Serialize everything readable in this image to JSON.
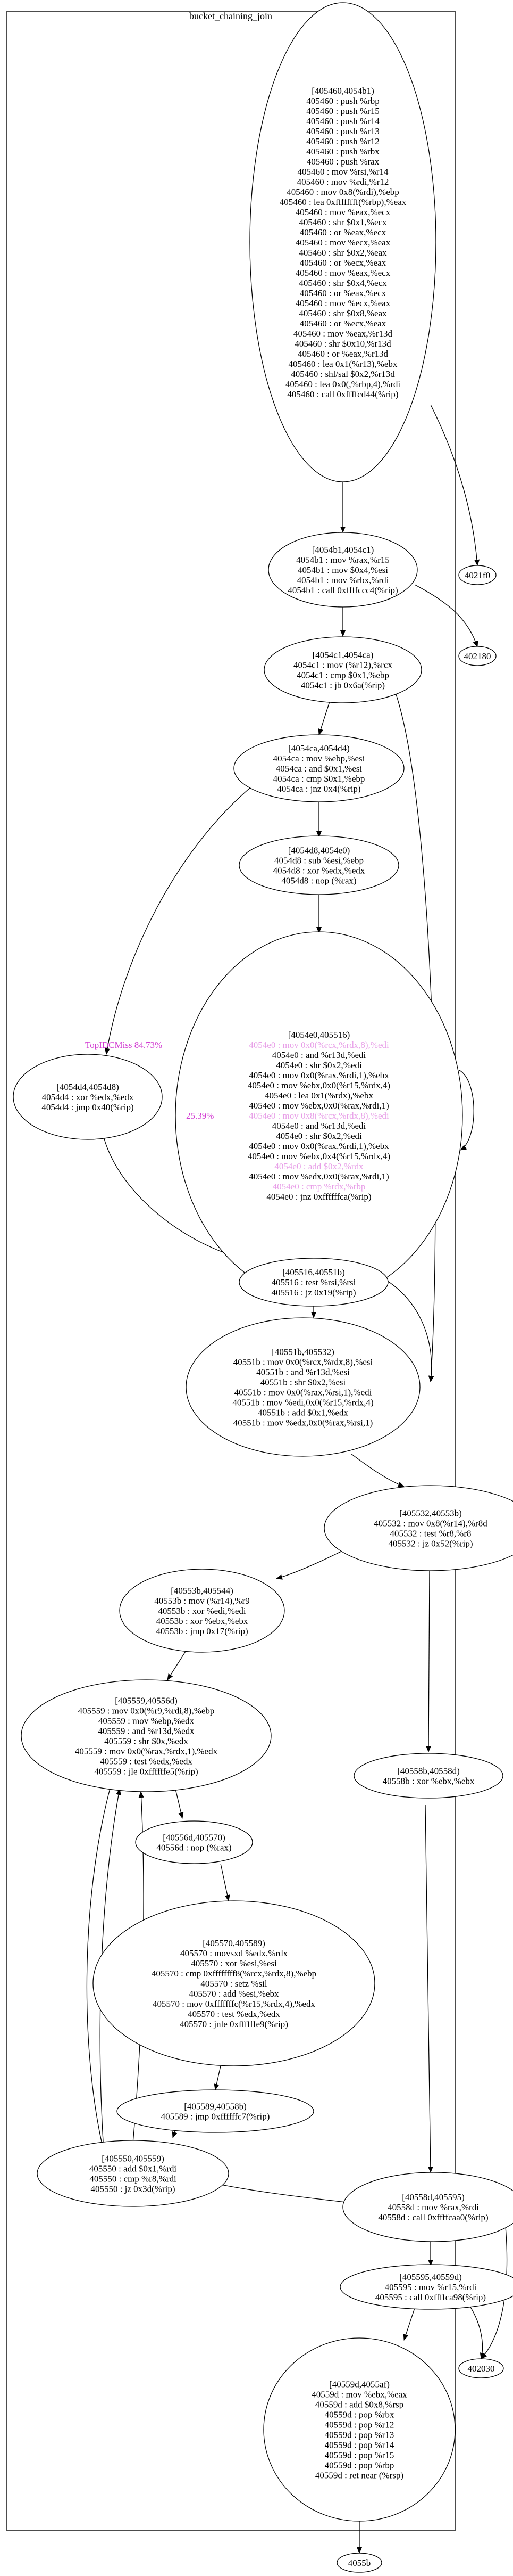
{
  "cluster": {
    "label": "bucket_chaining_join"
  },
  "nodes": [
    {
      "id": "n405460",
      "lines": [
        "[405460,4054b1)",
        "405460 : push %rbp",
        "405460 : push %r15",
        "405460 : push %r14",
        "405460 : push %r13",
        "405460 : push %r12",
        "405460 : push %rbx",
        "405460 : push %rax",
        "405460 : mov %rsi,%r14",
        "405460 : mov %rdi,%r12",
        "405460 : mov 0x8(%rdi),%ebp",
        "405460 : lea 0xffffffff(%rbp),%eax",
        "405460 : mov %eax,%ecx",
        "405460 : shr $0x1,%ecx",
        "405460 : or %eax,%ecx",
        "405460 : mov %ecx,%eax",
        "405460 : shr $0x2,%eax",
        "405460 : or %ecx,%eax",
        "405460 : mov %eax,%ecx",
        "405460 : shr $0x4,%ecx",
        "405460 : or %eax,%ecx",
        "405460 : mov %ecx,%eax",
        "405460 : shr $0x8,%eax",
        "405460 : or %ecx,%eax",
        "405460 : mov %eax,%r13d",
        "405460 : shr $0x10,%r13d",
        "405460 : or %eax,%r13d",
        "405460 : lea 0x1(%r13),%ebx",
        "405460 : shl/sal $0x2,%r13d",
        "405460 : lea 0x0(,%rbp,4),%rdi",
        "405460 : call 0xffffcd44(%rip)"
      ]
    },
    {
      "id": "n4021f0",
      "lines": [
        "4021f0"
      ]
    },
    {
      "id": "n4054b1",
      "lines": [
        "[4054b1,4054c1)",
        "4054b1 : mov %rax,%r15",
        "4054b1 : mov $0x4,%esi",
        "4054b1 : mov %rbx,%rdi",
        "4054b1 : call 0xffffccc4(%rip)"
      ]
    },
    {
      "id": "n402180",
      "lines": [
        "402180"
      ]
    },
    {
      "id": "n4054c1",
      "lines": [
        "[4054c1,4054ca)",
        "4054c1 : mov (%r12),%rcx",
        "4054c1 : cmp $0x1,%ebp",
        "4054c1 : jb 0x6a(%rip)"
      ]
    },
    {
      "id": "n4054ca",
      "lines": [
        "[4054ca,4054d4)",
        "4054ca : mov %ebp,%esi",
        "4054ca : and $0x1,%esi",
        "4054ca : cmp $0x1,%ebp",
        "4054ca : jnz 0x4(%rip)"
      ]
    },
    {
      "id": "n4054d8",
      "lines": [
        "[4054d8,4054e0)",
        "4054d8 : sub %esi,%ebp",
        "4054d8 : xor %edx,%edx",
        "4054d8 : nop (%rax)"
      ]
    },
    {
      "id": "n4054d4",
      "lines": [
        "[4054d4,4054d8)",
        "4054d4 : xor %edx,%edx",
        "4054d4 : jmp 0x40(%rip)"
      ]
    },
    {
      "id": "n4054e0",
      "lines": [
        "[4054e0,405516)",
        "4054e0 : mov 0x0(%rcx,%rdx,8),%edi",
        "4054e0 : and %r13d,%edi",
        "4054e0 : shr $0x2,%edi",
        "4054e0 : mov 0x0(%rax,%rdi,1),%ebx",
        "4054e0 : mov %ebx,0x0(%r15,%rdx,4)",
        "4054e0 : lea 0x1(%rdx),%ebx",
        "4054e0 : mov %ebx,0x0(%rax,%rdi,1)",
        "4054e0 : mov 0x8(%rcx,%rdx,8),%edi",
        "4054e0 : and %r13d,%edi",
        "4054e0 : shr $0x2,%edi",
        "4054e0 : mov 0x0(%rax,%rdi,1),%ebx",
        "4054e0 : mov %ebx,0x4(%r15,%rdx,4)",
        "4054e0 : add $0x2,%rdx",
        "4054e0 : mov %edx,0x0(%rax,%rdi,1)",
        "4054e0 : cmp %rdx,%rbp",
        "4054e0 : jnz 0xffffffca(%rip)"
      ]
    },
    {
      "id": "n405516",
      "lines": [
        "[405516,40551b)",
        "405516 : test %rsi,%rsi",
        "405516 : jz 0x19(%rip)"
      ]
    },
    {
      "id": "n40551b",
      "lines": [
        "[40551b,405532)",
        "40551b : mov 0x0(%rcx,%rdx,8),%esi",
        "40551b : and %r13d,%esi",
        "40551b : shr $0x2,%esi",
        "40551b : mov 0x0(%rax,%rsi,1),%edi",
        "40551b : mov %edi,0x0(%r15,%rdx,4)",
        "40551b : add $0x1,%edx",
        "40551b : mov %edx,0x0(%rax,%rsi,1)"
      ]
    },
    {
      "id": "n405532",
      "lines": [
        "[405532,40553b)",
        "405532 : mov 0x8(%r14),%r8d",
        "405532 : test %r8,%r8",
        "405532 : jz 0x52(%rip)"
      ]
    },
    {
      "id": "n40553b",
      "lines": [
        "[40553b,405544)",
        "40553b : mov (%r14),%r9",
        "40553b : xor %edi,%edi",
        "40553b : xor %ebx,%ebx",
        "40553b : jmp 0x17(%rip)"
      ]
    },
    {
      "id": "n40558b",
      "lines": [
        "[40558b,40558d)",
        "40558b : xor %ebx,%ebx"
      ]
    },
    {
      "id": "n405559",
      "lines": [
        "[405559,40556d)",
        "405559 : mov 0x0(%r9,%rdi,8),%ebp",
        "405559 : mov %ebp,%edx",
        "405559 : and %r13d,%edx",
        "405559 : shr $0x,%edx",
        "405559 : mov 0x0(%rax,%rdx,1),%edx",
        "405559 : test %edx,%edx",
        "405559 : jle 0xffffffe5(%rip)"
      ]
    },
    {
      "id": "n40556d",
      "lines": [
        "[40556d,405570)",
        "40556d : nop (%rax)"
      ]
    },
    {
      "id": "n405570",
      "lines": [
        "[405570,405589)",
        "405570 : movsxd %edx,%rdx",
        "405570 : xor %esi,%esi",
        "405570 : cmp 0xffffffff8(%rcx,%rdx,8),%ebp",
        "405570 : setz %sil",
        "405570 : add %esi,%ebx",
        "405570 : mov 0xfffffffc(%r15,%rdx,4),%edx",
        "405570 : test %edx,%edx",
        "405570 : jnle 0xffffffe9(%rip)"
      ]
    },
    {
      "id": "n405589",
      "lines": [
        "[405589,40558b)",
        "405589 : jmp 0xffffffc7(%rip)"
      ]
    },
    {
      "id": "n405550",
      "lines": [
        "[405550,405559)",
        "405550 : add $0x1,%rdi",
        "405550 : cmp %r8,%rdi",
        "405550 : jz 0x3d(%rip)"
      ]
    },
    {
      "id": "n40558d",
      "lines": [
        "[40558d,405595)",
        "40558d : mov %rax,%rdi",
        "40558d : call 0xffffcaa0(%rip)"
      ]
    },
    {
      "id": "n405595",
      "lines": [
        "[405595,40559d)",
        "405595 : mov %r15,%rdi",
        "405595 : call 0xffffca98(%rip)"
      ]
    },
    {
      "id": "n40559d",
      "lines": [
        "[40559d,4055af)",
        "40559d : mov %ebx,%eax",
        "40559d : add $0x8,%rsp",
        "40559d : pop %rbx",
        "40559d : pop %r12",
        "40559d : pop %r13",
        "40559d : pop %r14",
        "40559d : pop %r15",
        "40559d : pop %rbp",
        "40559d : ret near (%rsp)"
      ]
    },
    {
      "id": "n402030",
      "lines": [
        "402030"
      ]
    },
    {
      "id": "n4055b",
      "lines": [
        "4055b"
      ]
    }
  ],
  "annotations": {
    "top_label": "TopIDCMiss 84.73%",
    "hot_label": "25.39%"
  }
}
